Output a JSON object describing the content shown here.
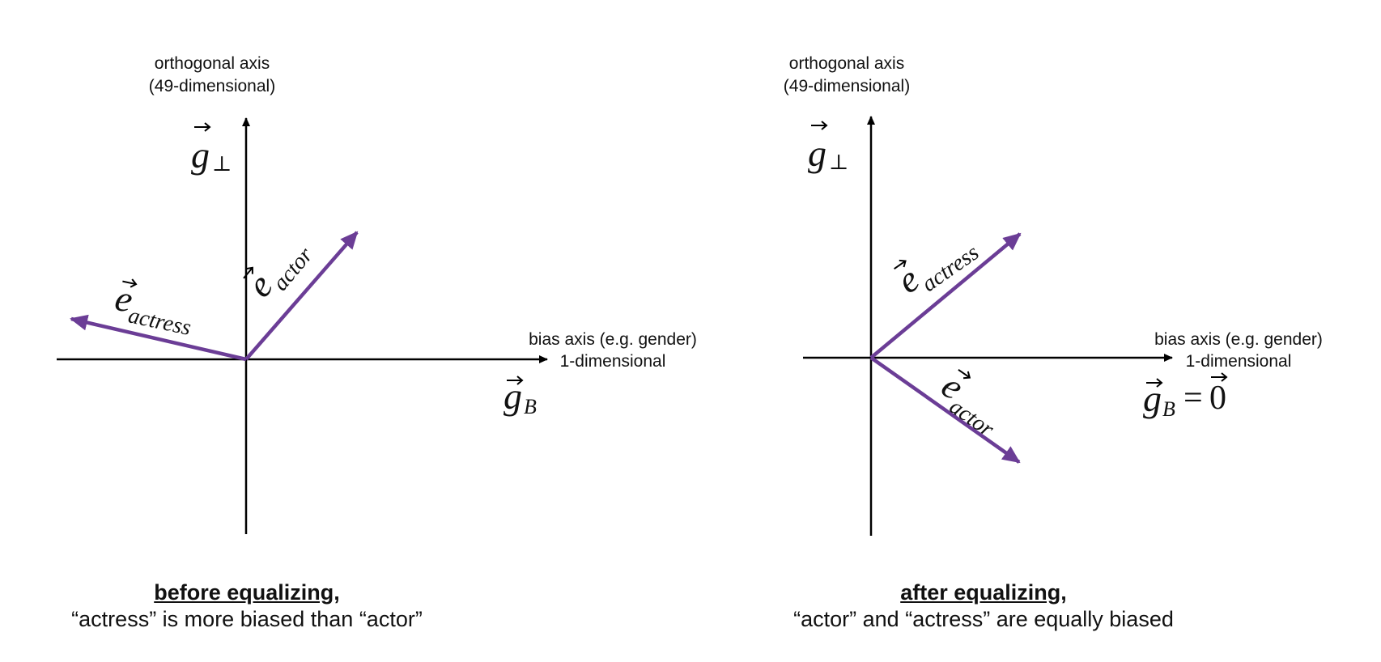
{
  "left": {
    "orthogonal_axis_line1": "orthogonal axis",
    "orthogonal_axis_line2": "(49-dimensional)",
    "orthogonal_symbol": "g",
    "orthogonal_subscript": "⊥",
    "bias_axis_line1": "bias axis (e.g. gender)",
    "bias_axis_line2": "1-dimensional",
    "bias_symbol": "g",
    "bias_subscript": "B",
    "vector_actress_base": "e",
    "vector_actress_subscript": "actress",
    "vector_actor_base": "e",
    "vector_actor_subscript": "actor",
    "caption_heading": "before equalizing,",
    "caption_text": "“actress” is more biased than “actor”"
  },
  "right": {
    "orthogonal_axis_line1": "orthogonal axis",
    "orthogonal_axis_line2": "(49-dimensional)",
    "orthogonal_symbol": "g",
    "orthogonal_subscript": "⊥",
    "bias_axis_line1": "bias axis (e.g. gender)",
    "bias_axis_line2": "1-dimensional",
    "bias_symbol": "g",
    "bias_subscript": "B",
    "bias_equals": "=",
    "bias_zero": "0",
    "vector_actress_base": "e",
    "vector_actress_subscript": "actress",
    "vector_actor_base": "e",
    "vector_actor_subscript": "actor",
    "caption_heading": "after equalizing,",
    "caption_text": "“actor” and “actress” are equally biased"
  },
  "colors": {
    "vector": "#6b3d96",
    "axis": "#000000"
  }
}
